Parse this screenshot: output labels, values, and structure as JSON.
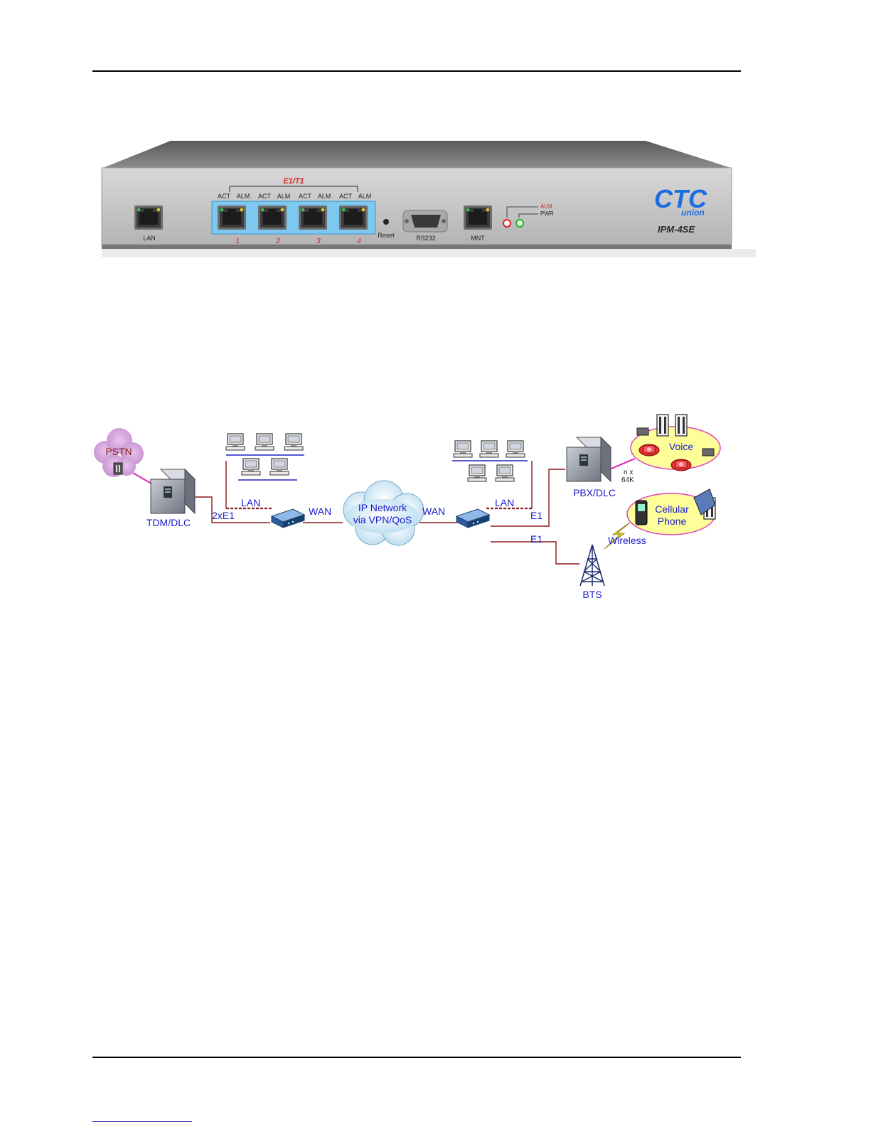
{
  "device": {
    "group_label": "E1/T1",
    "port_led_labels": [
      "ACT",
      "ALM",
      "ACT",
      "ALM",
      "ACT",
      "ALM",
      "ACT",
      "ALM"
    ],
    "port_numbers": [
      "1",
      "2",
      "3",
      "4"
    ],
    "lan_label": "LAN",
    "reset_label": "Reset",
    "rs232_label": "RS232",
    "mnt_label": "MNT",
    "alm_label": "ALM",
    "pwr_label": "PWR",
    "brand_ctc": "CTC",
    "brand_union": "union",
    "model": "IPM-4SE"
  },
  "diagram": {
    "pstn": "PSTN",
    "tdm_dlc": "TDM/DLC",
    "two_e1": "2xE1",
    "lan_left": "LAN",
    "wan_left": "WAN",
    "cloud_line1": "IP Network",
    "cloud_line2": "via VPN/QoS",
    "wan_right": "WAN",
    "lan_right": "LAN",
    "e1_top": "E1",
    "e1_bottom": "E1",
    "pbx_dlc": "PBX/DLC",
    "nx_line1": "n x",
    "nx_line2": "64K",
    "voice": "Voice",
    "cellular_line1": "Cellular",
    "cellular_line2": "Phone",
    "wireless": "Wireless",
    "bts": "BTS"
  },
  "colors": {
    "link_red": "#8b1a1a",
    "label_blue": "#1a1acc",
    "pink": "#e020c0",
    "lan_blue": "#2020c0"
  }
}
